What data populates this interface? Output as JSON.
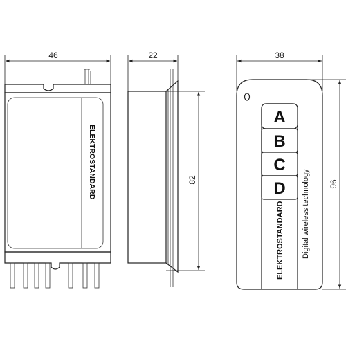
{
  "dimensions": {
    "receiver_width": "46",
    "receiver_depth": "22",
    "receiver_height": "82",
    "remote_width": "38",
    "remote_height": "96"
  },
  "receiver": {
    "brand": "ELEKTROSTANDARD"
  },
  "remote": {
    "buttons": [
      "A",
      "B",
      "C",
      "D"
    ],
    "brand": "ELEKTROSTANDARD",
    "tagline": "Digital wireless technology"
  }
}
